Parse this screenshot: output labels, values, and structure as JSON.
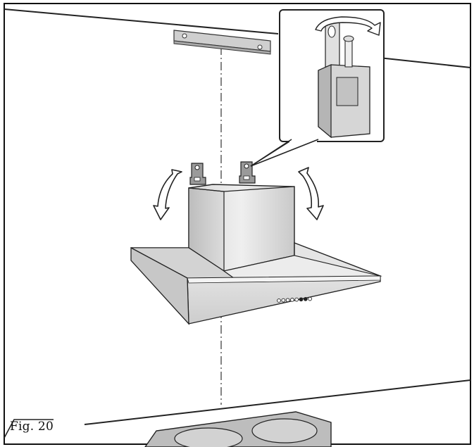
{
  "figure": {
    "caption": "Fig. 20"
  },
  "control_panel": {
    "buttons": [
      "open",
      "open",
      "open",
      "open",
      "open",
      "filled",
      "filled",
      "open"
    ]
  },
  "icons": {
    "rotate_left": "curved-double-arrow-icon",
    "rotate_right": "curved-double-arrow-icon",
    "detail_rotate": "rotation-arrow-icon"
  },
  "colors": {
    "line": "#222222",
    "steel_light": "#e6e6e6",
    "steel_mid": "#cfcfcf",
    "steel_dark": "#a9a9a9",
    "hob": "#bdbdbd"
  }
}
